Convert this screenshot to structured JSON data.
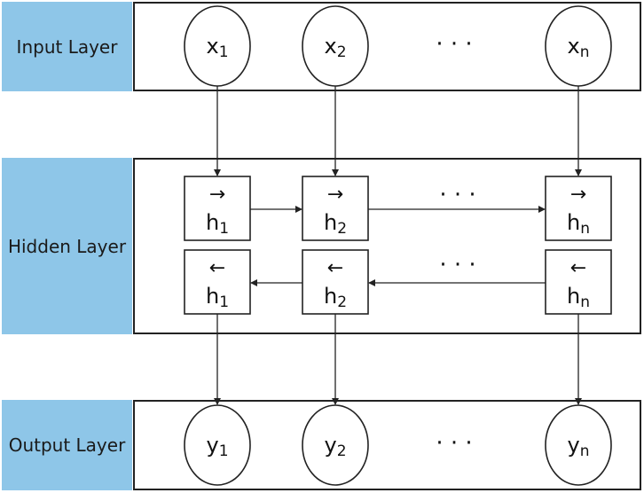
{
  "layers": {
    "input": {
      "label": "Input Layer"
    },
    "hidden": {
      "label": "Hidden Layer"
    },
    "output": {
      "label": "Output Layer"
    }
  },
  "ellipsis": "· · ·",
  "input_nodes": [
    {
      "base": "x",
      "sub": "1"
    },
    {
      "base": "x",
      "sub": "2"
    },
    {
      "base": "x",
      "sub": "n"
    }
  ],
  "forward_nodes": [
    {
      "arrow": "→",
      "base": "h",
      "sub": "1"
    },
    {
      "arrow": "→",
      "base": "h",
      "sub": "2"
    },
    {
      "arrow": "→",
      "base": "h",
      "sub": "n"
    }
  ],
  "backward_nodes": [
    {
      "arrow": "←",
      "base": "h",
      "sub": "1"
    },
    {
      "arrow": "←",
      "base": "h",
      "sub": "2"
    },
    {
      "arrow": "←",
      "base": "h",
      "sub": "n"
    }
  ],
  "output_nodes": [
    {
      "base": "y",
      "sub": "1"
    },
    {
      "base": "y",
      "sub": "2"
    },
    {
      "base": "y",
      "sub": "n"
    }
  ],
  "colors": {
    "label_bg": "#8ec6e8",
    "stroke": "#222222"
  }
}
